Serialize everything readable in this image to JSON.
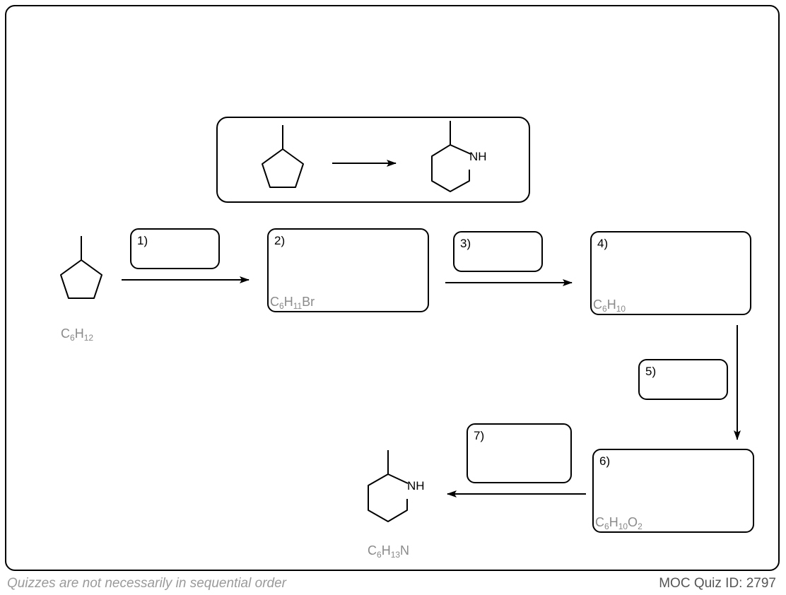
{
  "steps": {
    "s1": "1)",
    "s2": "2)",
    "s3": "3)",
    "s4": "4)",
    "s5": "5)",
    "s6": "6)",
    "s7": "7)"
  },
  "formulas": {
    "start": {
      "pre": "C",
      "a": "6",
      "mid": "H",
      "b": "12",
      "post": ""
    },
    "box2": {
      "pre": "C",
      "a": "6",
      "mid": "H",
      "b": "11",
      "post": "Br"
    },
    "box4": {
      "pre": "C",
      "a": "6",
      "mid": "H",
      "b": "10",
      "post": ""
    },
    "box6": {
      "pre": "C",
      "a": "6",
      "mid": "H",
      "b": "10",
      "post": "O",
      "c": "2"
    },
    "product": {
      "pre": "C",
      "a": "6",
      "mid": "H",
      "b": "13",
      "post": "N"
    }
  },
  "labels": {
    "nh": "NH"
  },
  "footer": {
    "left": "Quizzes are not necessarily in sequential order",
    "right": "MOC Quiz ID: 2797"
  }
}
